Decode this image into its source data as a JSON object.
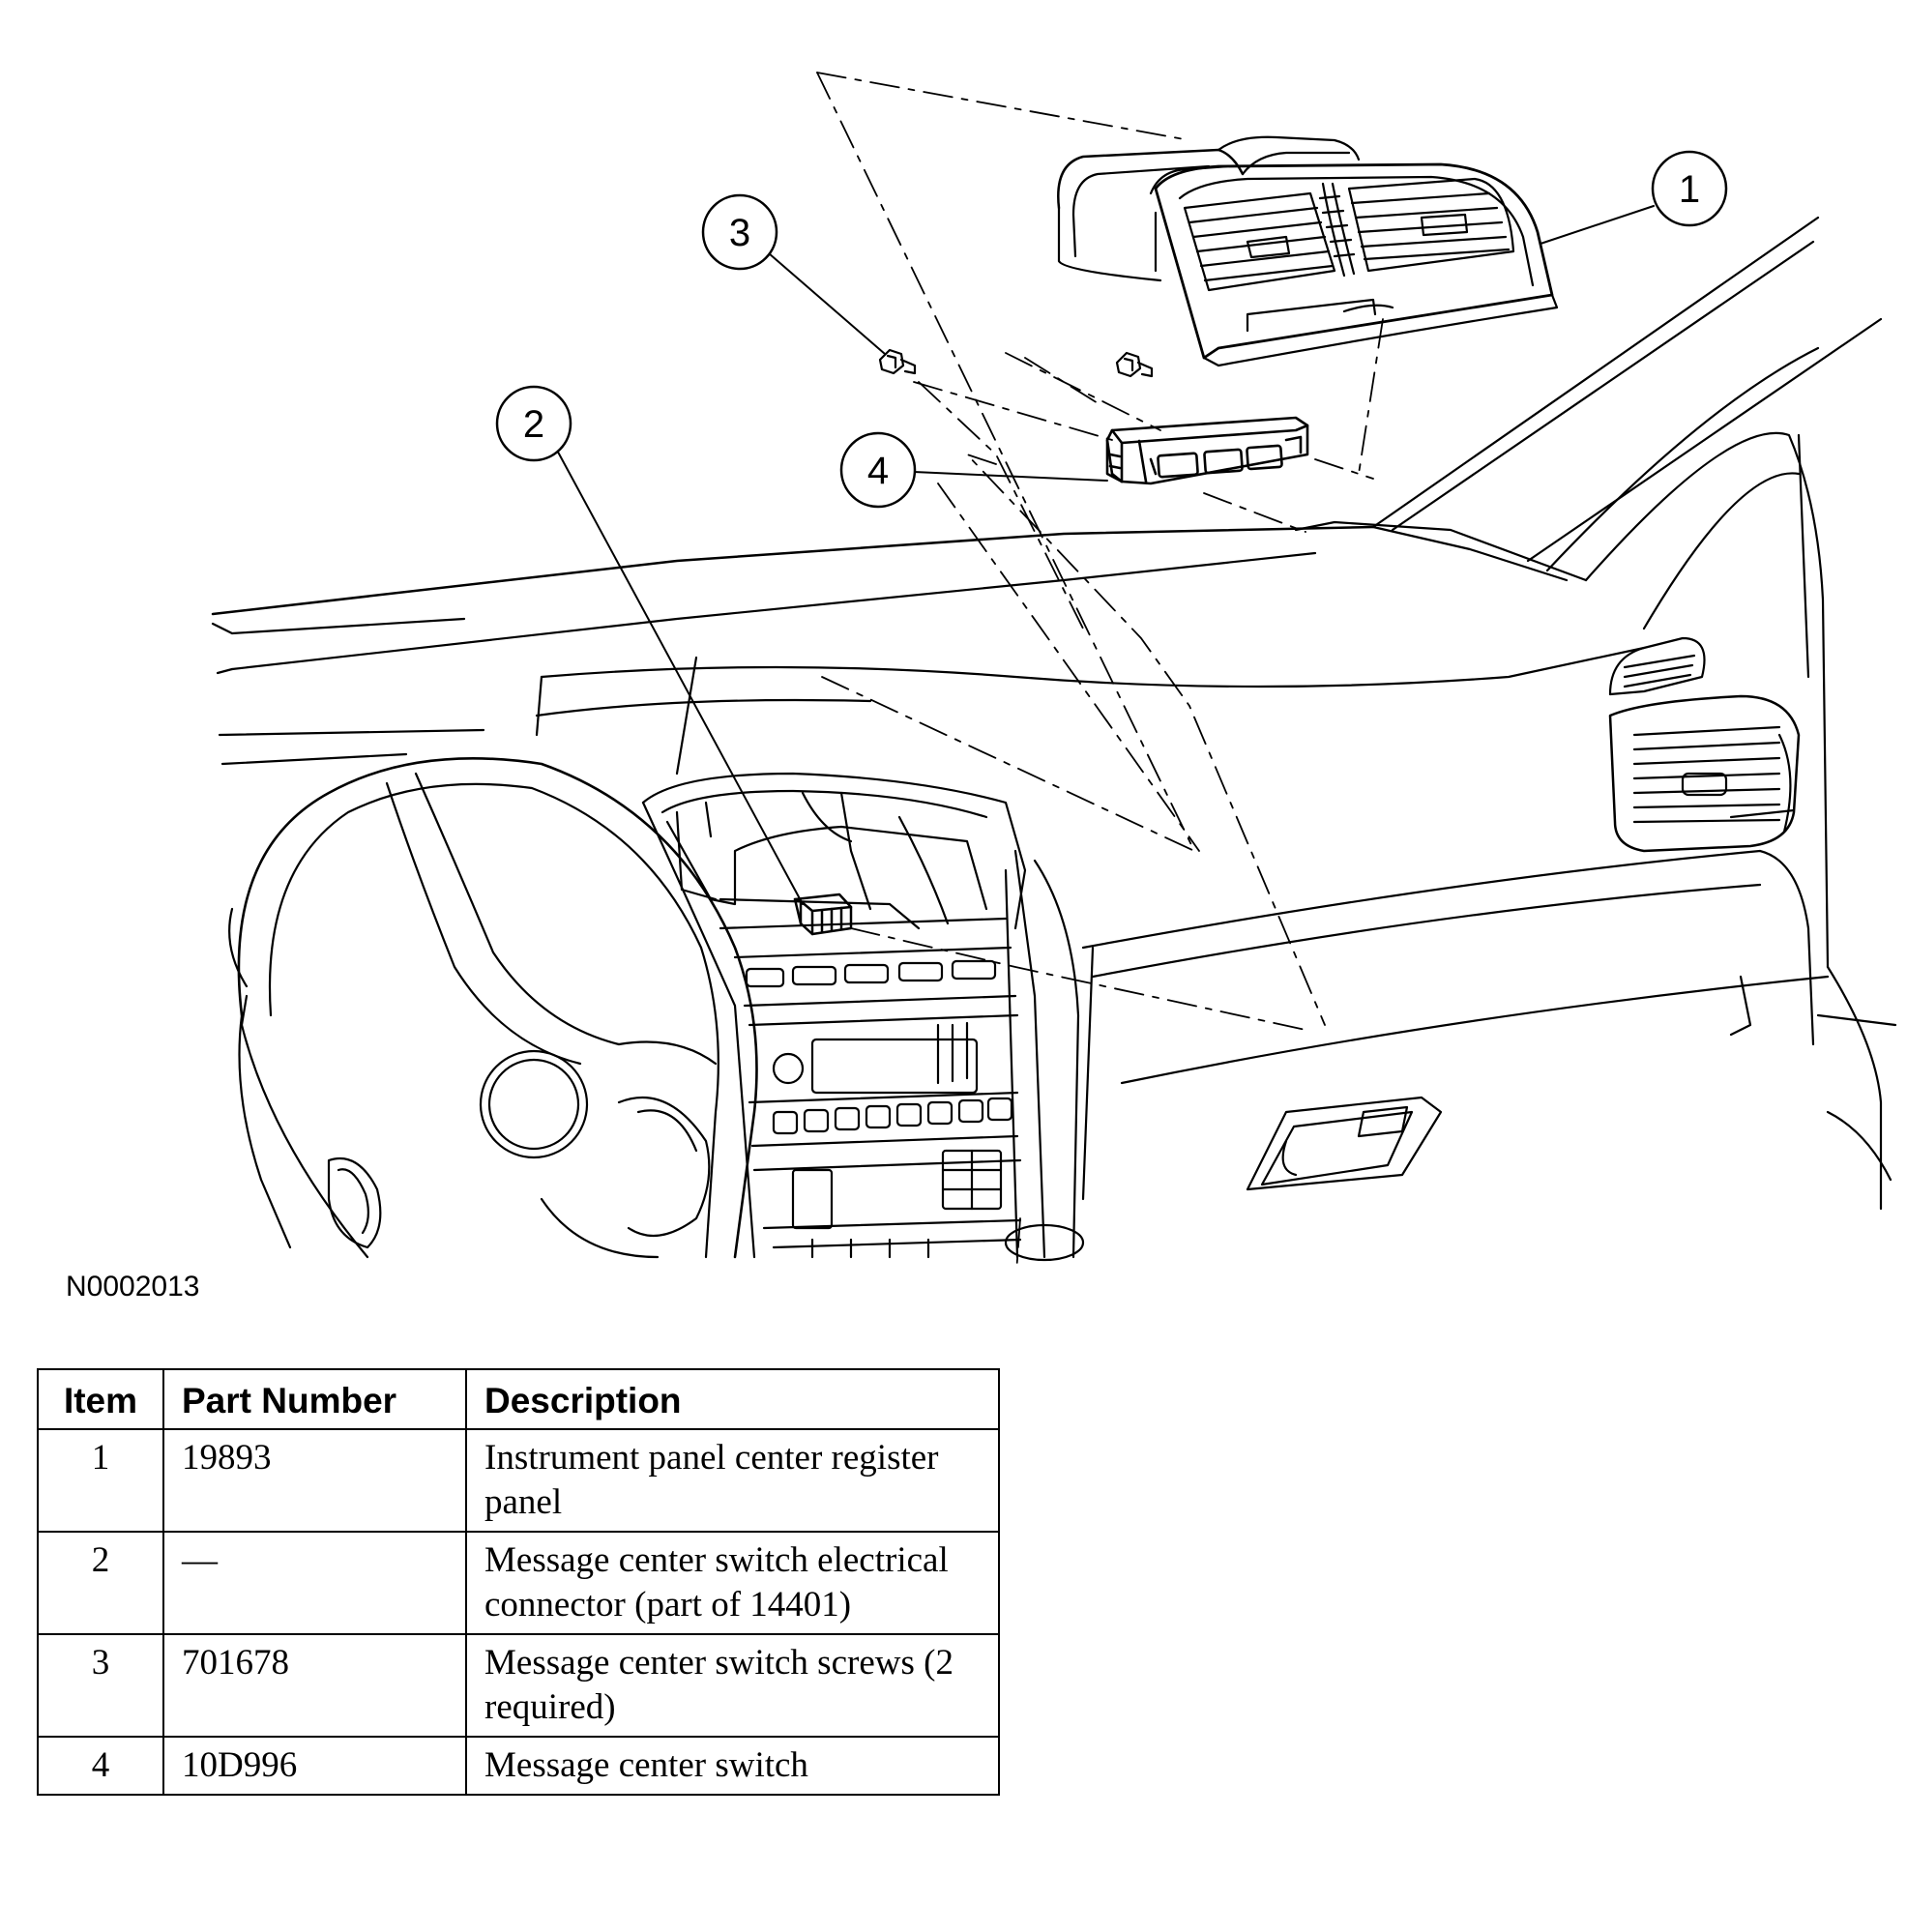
{
  "figure": {
    "id": "N0002013",
    "callouts": [
      "1",
      "2",
      "3",
      "4"
    ]
  },
  "parts_table": {
    "headers": {
      "item": "Item",
      "part_number": "Part Number",
      "description": "Description"
    },
    "rows": [
      {
        "item": "1",
        "part_number": "19893",
        "description": "Instrument panel center register panel"
      },
      {
        "item": "2",
        "part_number": "—",
        "description": "Message center switch electrical connector (part of 14401)"
      },
      {
        "item": "3",
        "part_number": "701678",
        "description": "Message center switch screws (2 required)"
      },
      {
        "item": "4",
        "part_number": "10D996",
        "description": "Message center switch"
      }
    ]
  }
}
